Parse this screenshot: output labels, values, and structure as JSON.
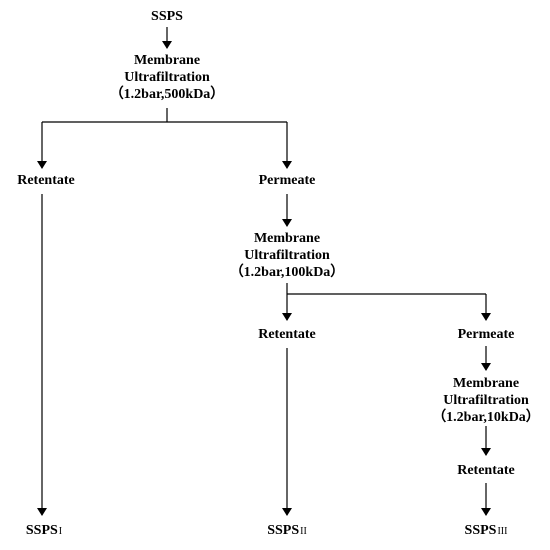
{
  "nodes": {
    "root": "SSPS",
    "uf1": [
      "Membrane",
      "Ultrafiltration",
      "（1.2bar,500kDa）"
    ],
    "ret1": "Retentate",
    "perm1": "Permeate",
    "uf2": [
      "Membrane",
      "Ultrafiltration",
      "（1.2bar,100kDa）"
    ],
    "ret2": "Retentate",
    "perm2": "Permeate",
    "uf3": [
      "Membrane",
      "Ultrafiltration",
      "（1.2bar,10kDa）"
    ],
    "ret3": "Retentate",
    "prod1": {
      "base": "SSPS",
      "sub": "I"
    },
    "prod2": {
      "base": "SSPS",
      "sub": "II"
    },
    "prod3": {
      "base": "SSPS",
      "sub": "III"
    }
  }
}
